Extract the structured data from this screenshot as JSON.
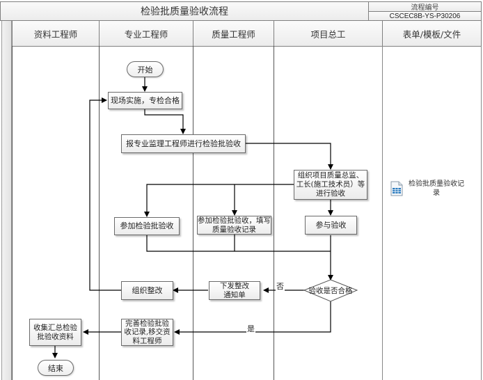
{
  "header": {
    "title": "检验批质量验收流程",
    "code_label": "流程编号",
    "code_value": "CSCEC8B-YS-P30206"
  },
  "lanes": [
    {
      "name": "资料工程师"
    },
    {
      "name": "专业工程师"
    },
    {
      "name": "质量工程师"
    },
    {
      "name": "项目总工"
    },
    {
      "name": "表单/模板/文件"
    }
  ],
  "nodes": {
    "start": "开始",
    "site_implement": "现场实施，专检合格",
    "report_supervisor": "报专业监理工程师进行检验批验收",
    "organize_inspection": "组织项目质量总监、工长(施工技术员）等进行验收",
    "join_inspection_specialist": "参加检验批验收",
    "join_inspection_quality": "参加检验批验收，填写质量验收记录",
    "participate": "参与验收",
    "decision": "验收是否合格",
    "issue_notice": "下发整改通知单",
    "organize_rectify": "组织整改",
    "complete_records": "完善检验批验收记录,移交资料工程师",
    "collect_data": "收集汇总检验批验收资料",
    "end": "结束"
  },
  "edge_labels": {
    "no": "否",
    "yes": "是"
  },
  "documents": [
    {
      "icon": "spreadsheet-document-icon",
      "label": "检验批质量验收记录"
    }
  ],
  "colors": {
    "line": "#000000",
    "border": "#7f7f7f",
    "doc_icon": "#2b7bbf"
  }
}
